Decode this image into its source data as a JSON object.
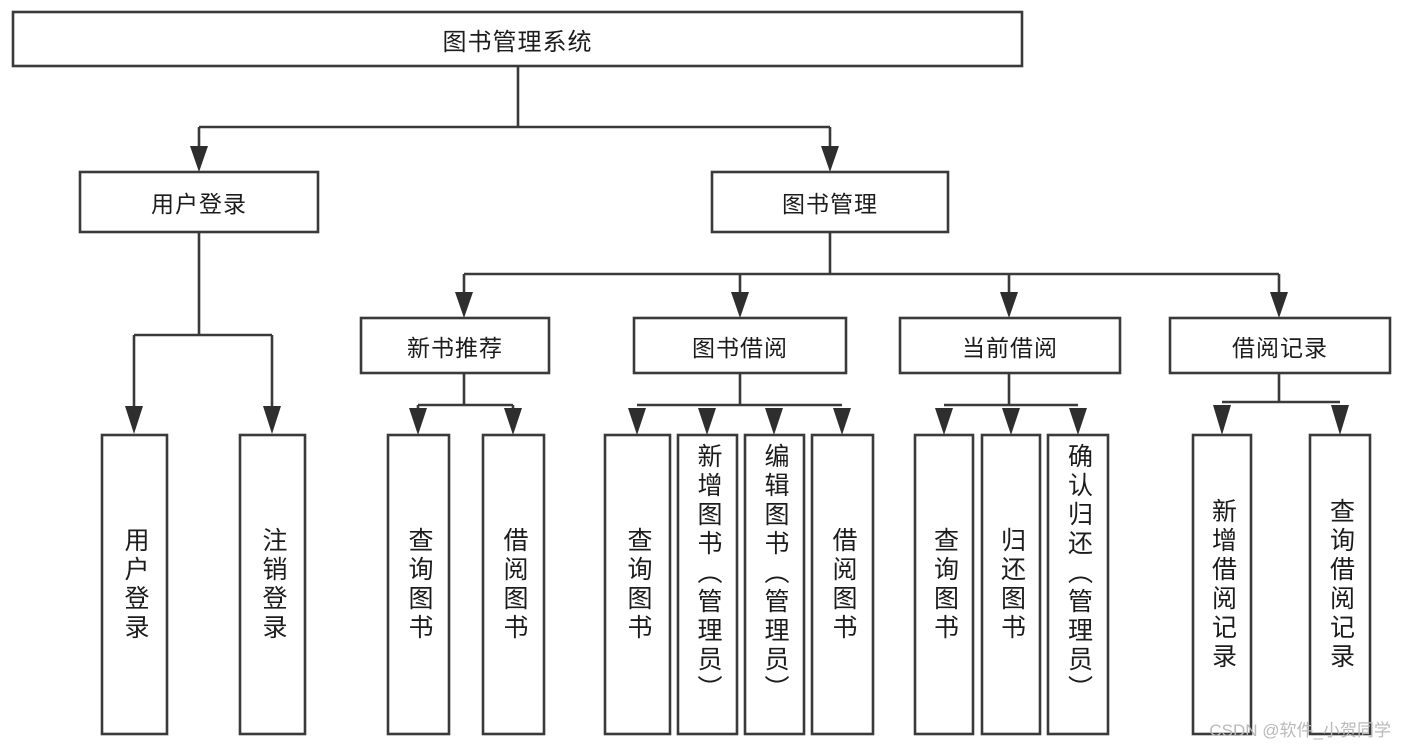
{
  "diagram": {
    "type": "hierarchy-tree",
    "title": "图书管理系统",
    "watermark": "CSDN @软件_小贺同学",
    "colors": {
      "background": "#ffffff",
      "box_stroke": "#3a3a3a",
      "box_fill": "#ffffff",
      "connector": "#3a3a3a",
      "arrow": "#2e2e2e",
      "text": "#1c1c1c",
      "watermark": "#b9b9b9"
    },
    "root": {
      "label": "图书管理系统",
      "orientation": "horizontal"
    },
    "level1": [
      {
        "label": "用户登录",
        "orientation": "horizontal"
      },
      {
        "label": "图书管理",
        "orientation": "horizontal"
      }
    ],
    "level2": [
      {
        "label": "新书推荐",
        "orientation": "horizontal"
      },
      {
        "label": "图书借阅",
        "orientation": "horizontal"
      },
      {
        "label": "当前借阅",
        "orientation": "horizontal"
      },
      {
        "label": "借阅记录",
        "orientation": "horizontal"
      }
    ],
    "leaves_user_login": [
      {
        "label": "用户登录",
        "orientation": "vertical"
      },
      {
        "label": "注销登录",
        "orientation": "vertical"
      }
    ],
    "leaves_new_book": [
      {
        "label": "查询图书",
        "orientation": "vertical"
      },
      {
        "label": "借阅图书",
        "orientation": "vertical"
      }
    ],
    "leaves_borrow": [
      {
        "label": "查询图书",
        "orientation": "vertical"
      },
      {
        "label": "新增图书（管理员）",
        "orientation": "vertical"
      },
      {
        "label": "编辑图书（管理员）",
        "orientation": "vertical"
      },
      {
        "label": "借阅图书",
        "orientation": "vertical"
      }
    ],
    "leaves_current": [
      {
        "label": "查询图书",
        "orientation": "vertical"
      },
      {
        "label": "归还图书",
        "orientation": "vertical"
      },
      {
        "label": "确认归还（管理员）",
        "orientation": "vertical"
      }
    ],
    "leaves_record": [
      {
        "label": "新增借阅记录",
        "orientation": "vertical"
      },
      {
        "label": "查询借阅记录",
        "orientation": "vertical"
      }
    ]
  }
}
